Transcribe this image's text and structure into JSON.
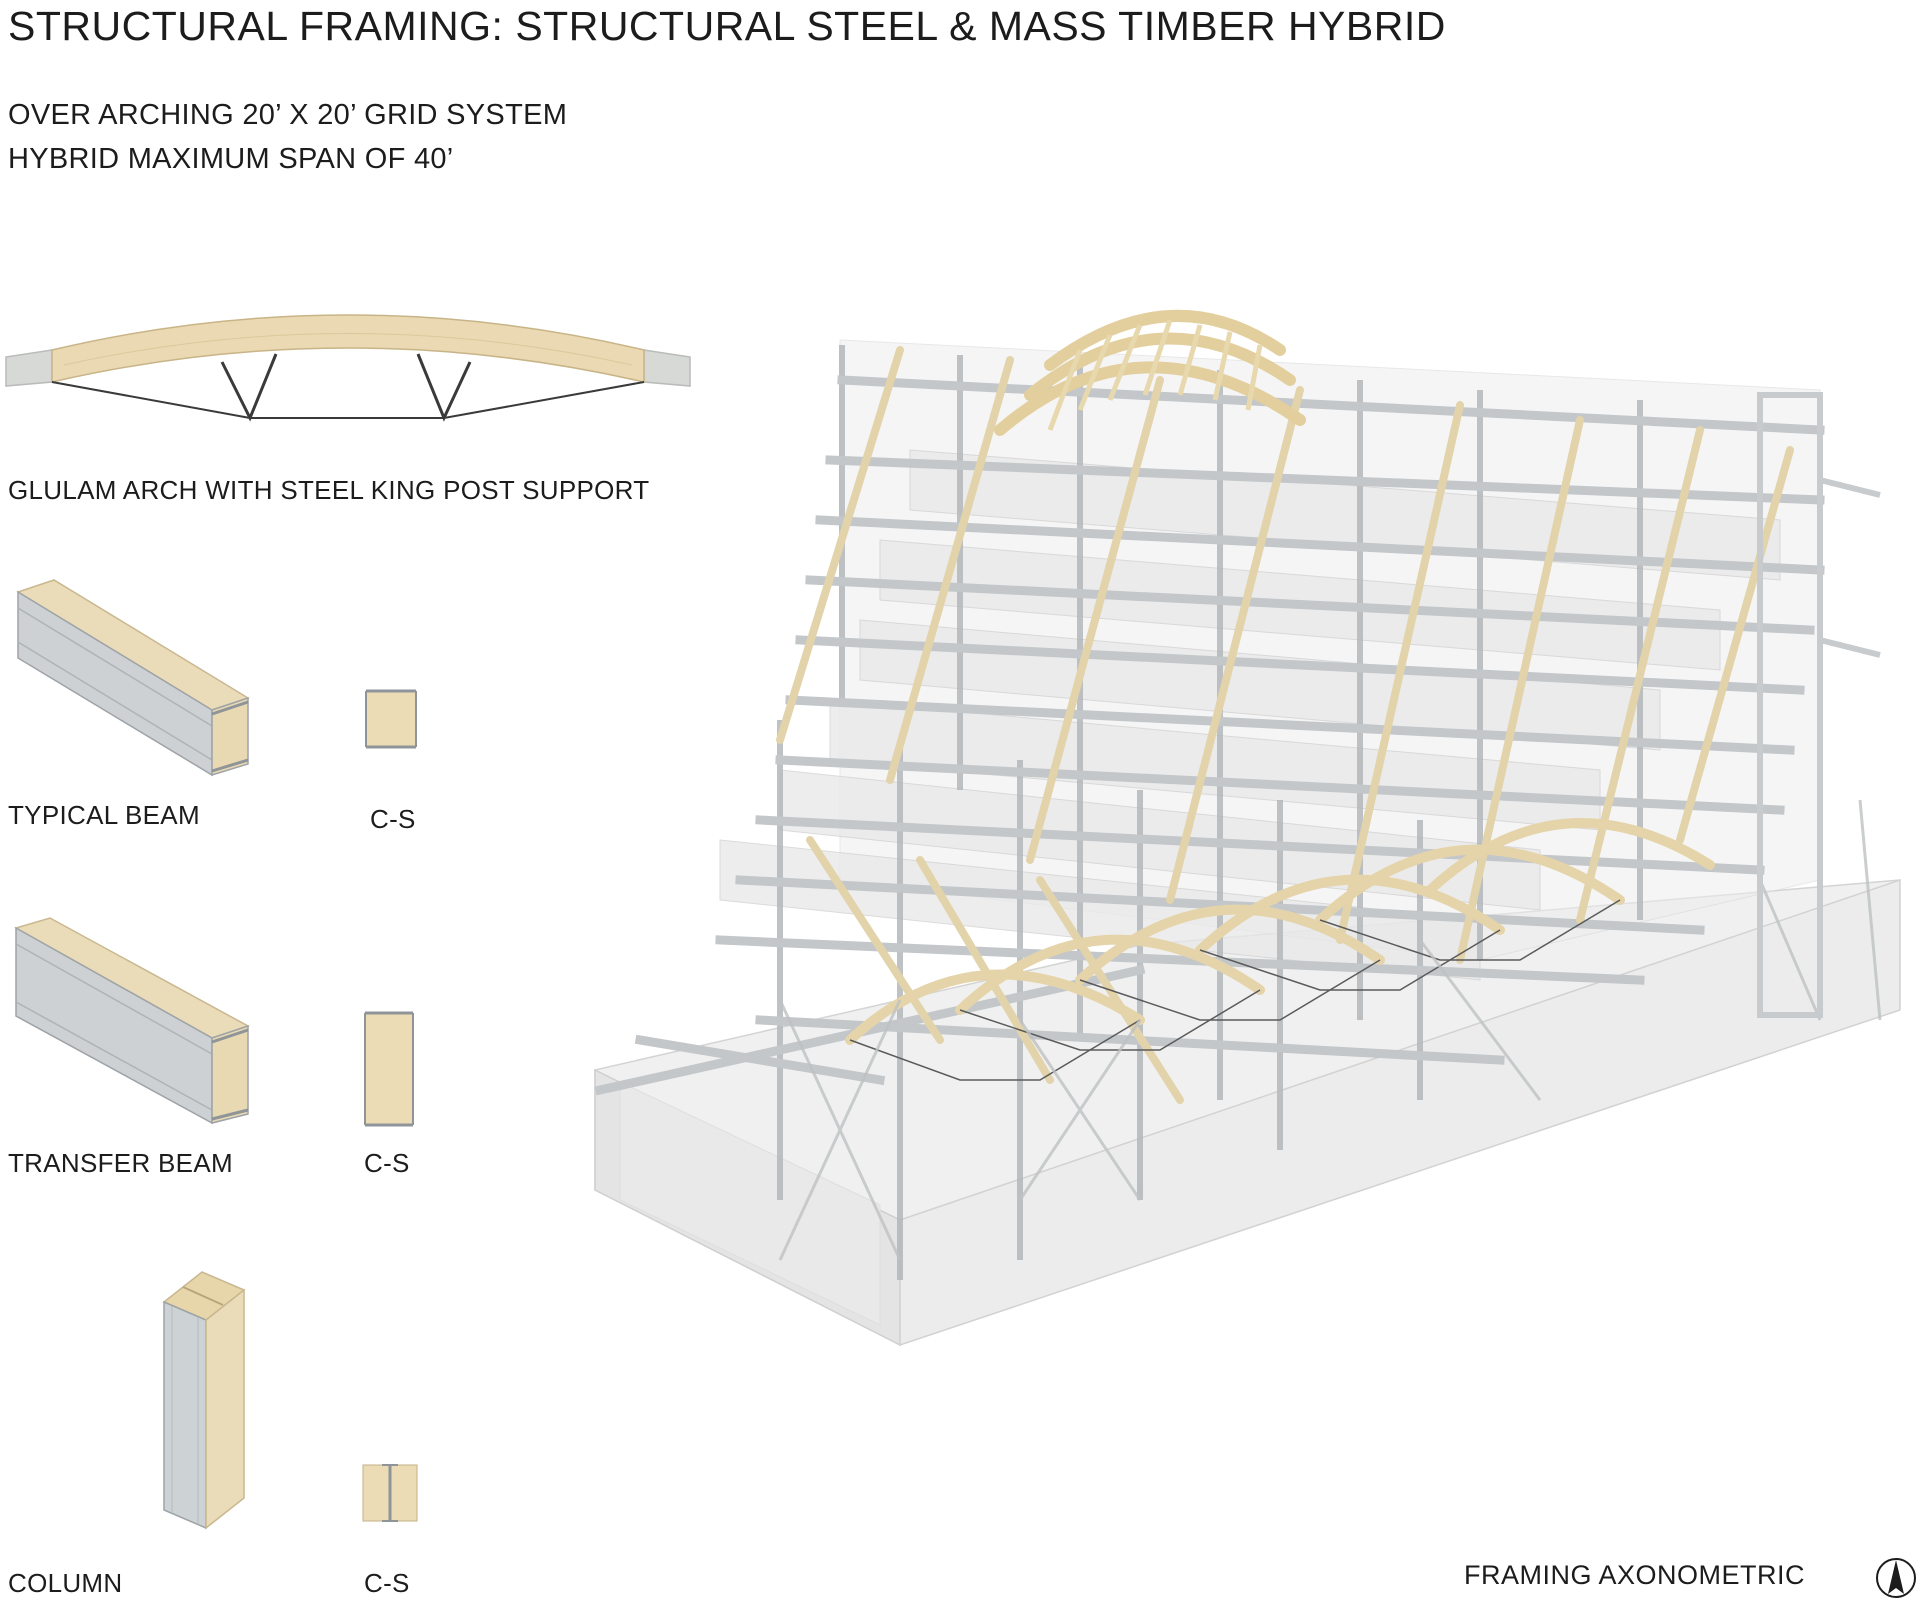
{
  "title": "STRUCTURAL FRAMING: STRUCTURAL STEEL & MASS TIMBER HYBRID",
  "subtitle_lines": [
    "OVER ARCHING 20’ X 20’ GRID SYSTEM",
    "HYBRID MAXIMUM SPAN OF 40’"
  ],
  "details": {
    "arch_label": "GLULAM ARCH WITH STEEL KING POST SUPPORT",
    "typical_beam_label": "TYPICAL BEAM",
    "transfer_beam_label": "TRANSFER BEAM",
    "column_label": "COLUMN",
    "section_label": "C-S"
  },
  "drawing": {
    "caption": "FRAMING AXONOMETRIC",
    "north_arrow_icon": "north-arrow-icon"
  },
  "colors": {
    "timber": "#eadcb8",
    "timber_dark": "#d9c79c",
    "steel": "#c9cdd1",
    "steel_dark": "#a9aeb3",
    "ghost": "#e6e6e6"
  }
}
